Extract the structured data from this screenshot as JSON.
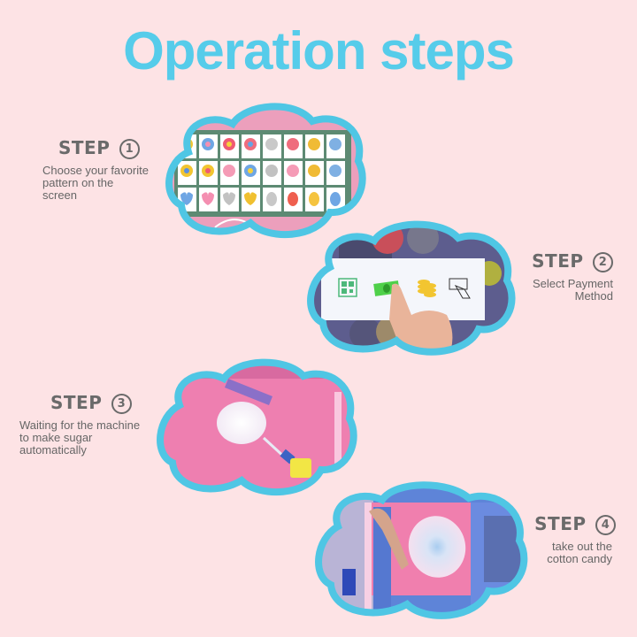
{
  "title": "Operation steps",
  "colors": {
    "background": "#fde3e5",
    "title": "#56ccea",
    "cloud_border": "#4fc6e4",
    "step_text": "#6a6a6a"
  },
  "steps": [
    {
      "label": "STEP",
      "number": "1",
      "description_lines": [
        "Choose your favorite",
        "pattern on the",
        "screen"
      ],
      "image": "touch screen with grid of candy pattern options"
    },
    {
      "label": "STEP",
      "number": "2",
      "description_lines": [
        "Select Payment",
        "Method"
      ],
      "image": "hand selecting payment method (QR code, cash, coins, card)"
    },
    {
      "label": "STEP",
      "number": "3",
      "description_lines": [
        "Waiting for the machine",
        "to make sugar",
        "automatically"
      ],
      "image": "robotic arm making cotton candy inside pink chamber"
    },
    {
      "label": "STEP",
      "number": "4",
      "description_lines": [
        "take out the",
        "cotton candy"
      ],
      "image": "person taking out finished cotton candy"
    }
  ],
  "payment_icons": [
    "qr-code-icon",
    "cash-icon",
    "coins-icon",
    "card-icon"
  ]
}
